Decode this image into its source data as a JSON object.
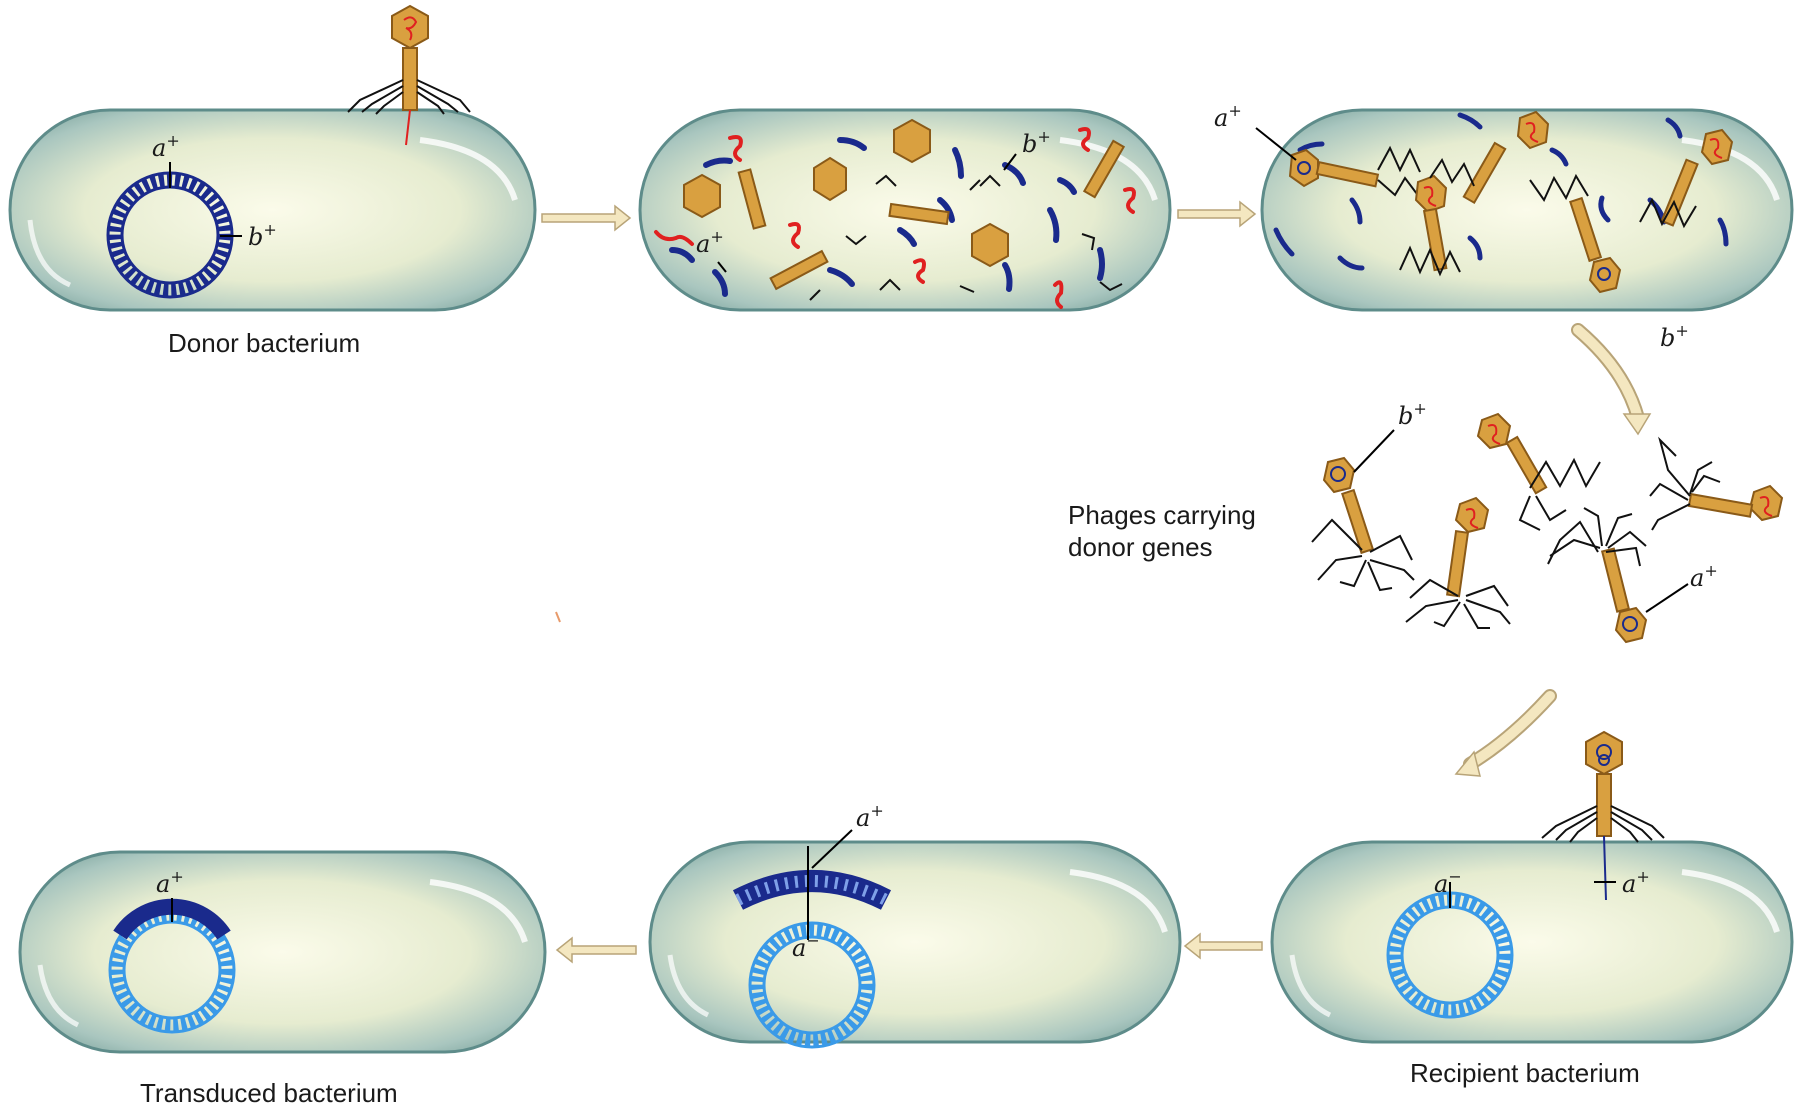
{
  "captions": {
    "donor": "Donor bacterium",
    "phages": [
      "Phages carrying",
      "donor genes"
    ],
    "recipient": "Recipient bacterium",
    "transduced": "Transduced bacterium"
  },
  "genes": {
    "a_plus": "a",
    "a_minus": "a",
    "b_plus": "b",
    "plus_sign": "+",
    "minus_sign": "−"
  },
  "colors": {
    "cell_fill_light": "#f3f5dc",
    "cell_fill_dark": "#7fa6a0",
    "cell_border": "#5e8c8a",
    "donor_dna": "#1a2a8c",
    "recipient_dna": "#3a9ae8",
    "phage_dna": "#e02020",
    "phage_body": "#d9a040",
    "phage_outline": "#8a5a18",
    "arrow": "#f4e7c0",
    "arrow_outline": "#b8a478"
  }
}
